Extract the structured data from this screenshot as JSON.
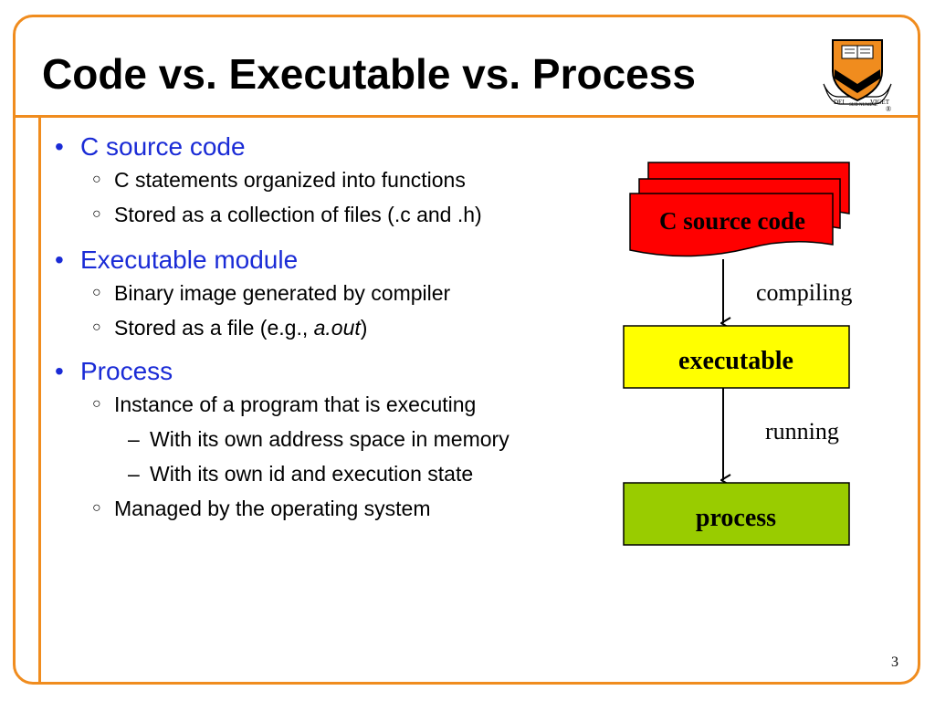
{
  "slide": {
    "title": "Code vs. Executable vs. Process",
    "page_number": "3"
  },
  "logo": {
    "icon": "princeton-shield-icon",
    "motto_left": "DEI",
    "motto_center": "SUB NUMINE",
    "motto_right": "VIGET",
    "registered": "®"
  },
  "bullets": {
    "b1": {
      "label": "C source code",
      "sub1": "C statements organized into functions",
      "sub2": "Stored as a collection of files (.c and .h)"
    },
    "b2": {
      "label": "Executable module",
      "sub1": "Binary image generated by compiler",
      "sub2_prefix": "Stored as a file (e.g., ",
      "sub2_italic": "a.out",
      "sub2_suffix": ")"
    },
    "b3": {
      "label": "Process",
      "sub1": "Instance of a program that is executing",
      "sub1_a": "With its own address space in memory",
      "sub1_b": "With its own id and execution state",
      "sub2": "Managed by the operating system"
    }
  },
  "diagram": {
    "source_label": "C source code",
    "edge1_label": "compiling",
    "executable_label": "executable",
    "edge2_label": "running",
    "process_label": "process",
    "colors": {
      "source_fill": "#ff0000",
      "executable_fill": "#ffff00",
      "process_fill": "#99cc00",
      "accent": "#f08c1e",
      "bullet_blue": "#1a2bd6"
    }
  }
}
